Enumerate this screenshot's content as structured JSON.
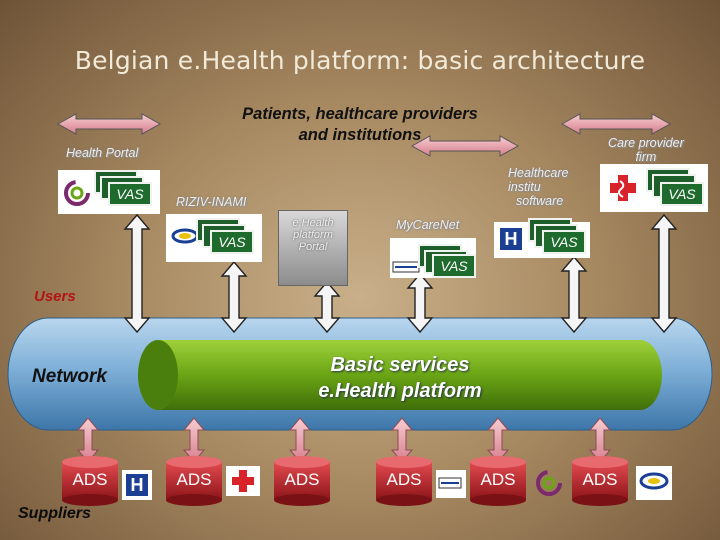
{
  "title": "Belgian e.Health platform: basic architecture",
  "subtitle_line1": "Patients, healthcare providers",
  "subtitle_line2": "and institutions",
  "top": {
    "health_portal": "Health Portal",
    "riziv": "RIZIV-INAMI",
    "ehealth_portal": [
      "e.Health",
      "platform",
      "Portal"
    ],
    "mycarenet": "MyCareNet",
    "healthcare_software": [
      "Healthcare",
      "institu",
      "software"
    ],
    "care_provider": [
      "Care provider",
      "firm"
    ]
  },
  "vas_label": "VAS",
  "users_label": "Users",
  "network_label": "Network",
  "basic_services": [
    "Basic services",
    "e.Health platform"
  ],
  "ads_label": "ADS",
  "suppliers_label": "Suppliers",
  "icon_hospital_letter": "H",
  "colors": {
    "network": "#7fb0d8",
    "green": "#6aa515",
    "ads": "#c0272d",
    "vas": "#1f6b2e",
    "arrow_pink": "#e89aa6"
  }
}
